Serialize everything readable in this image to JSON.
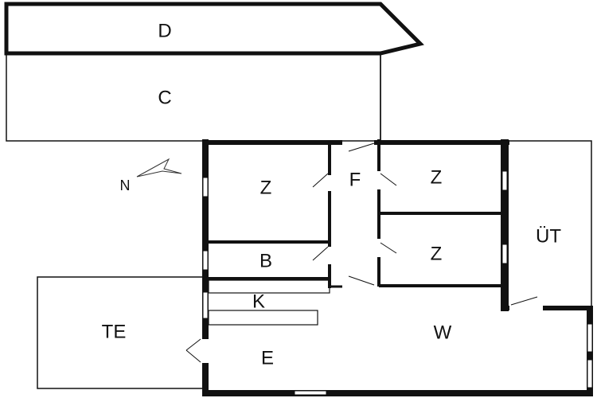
{
  "plan": {
    "rooms": {
      "d": "D",
      "c": "C",
      "z1": "Z",
      "f": "F",
      "z2": "Z",
      "z3": "Z",
      "b": "B",
      "ut": "ÜT",
      "k": "K",
      "te": "TE",
      "w": "W",
      "e": "E"
    },
    "north": "N"
  },
  "colors": {
    "wall": "#111111",
    "background": "#ffffff"
  }
}
